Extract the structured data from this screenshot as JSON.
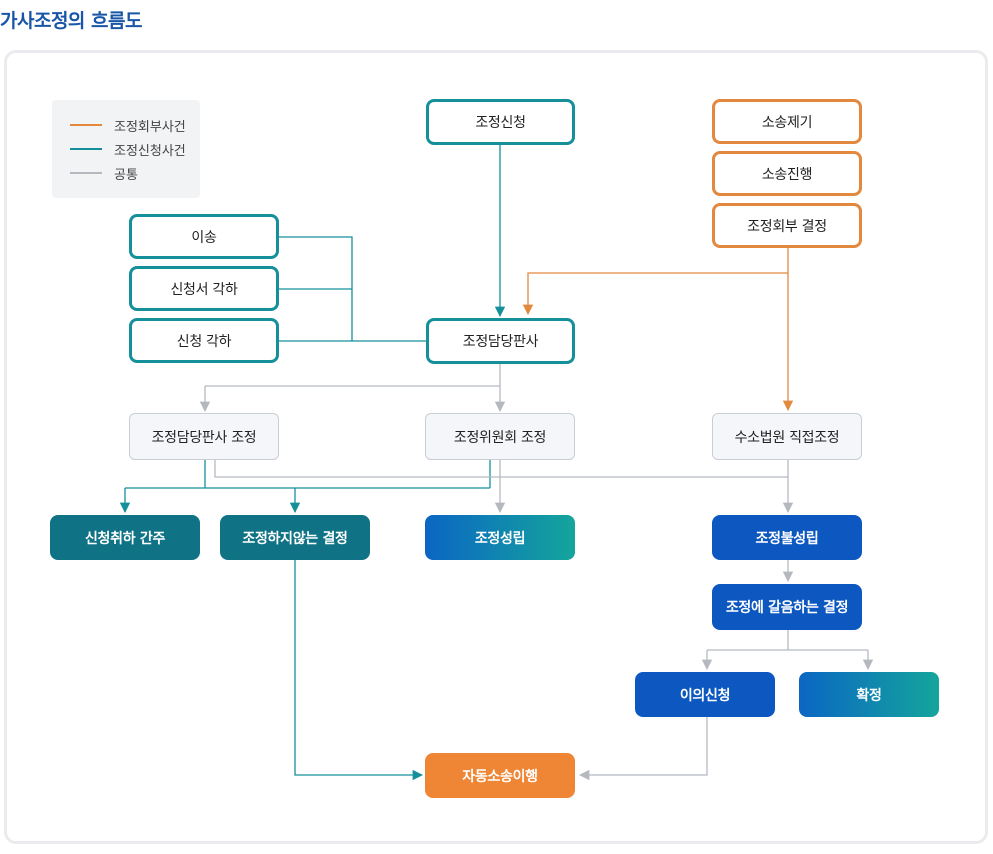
{
  "title": "가사조정의 흐름도",
  "colors": {
    "orange": "#e2893f",
    "teal": "#15909b",
    "gray": "#b5b9bf",
    "dark_teal": "#0f7285",
    "blue": "#0c58c0",
    "accent_orange": "#ef8635"
  },
  "legend": [
    {
      "label": "조정회부사건",
      "color": "#e2893f"
    },
    {
      "label": "조정신청사건",
      "color": "#15909b"
    },
    {
      "label": "공통",
      "color": "#b5b9bf"
    }
  ],
  "nodes": {
    "jojeong_sincheong": "조정신청",
    "sosong_jegi": "소송제기",
    "sosong_jinhaeng": "소송진행",
    "jojeong_hoebu_gyeoljeong": "조정회부 결정",
    "isong": "이송",
    "sincheongseo_gakha": "신청서 각하",
    "sincheong_gakha": "신청 각하",
    "damdang_pansa": "조정담당판사",
    "damdang_pansa_jojeong": "조정담당판사 조정",
    "wiwonhoe_jojeong": "조정위원회 조정",
    "suso_beobwon_jojeong": "수소법원 직접조정",
    "chwiha_ganju": "신청취하 간주",
    "haji_anneun_gyeoljeong": "조정하지않는 결정",
    "seongrip": "조정성립",
    "bulseongrip": "조정불성립",
    "galeum_gyeoljeong": "조정에 갈음하는 결정",
    "iui_sincheong": "이의신청",
    "hwakjeong": "확정",
    "jadong_ihaeng": "자동소송이행"
  }
}
